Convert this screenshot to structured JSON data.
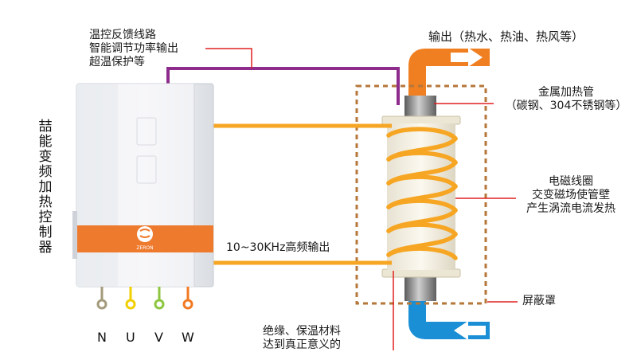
{
  "labels": {
    "feedback_lines": [
      "温控反馈线路",
      "智能调节功率输出",
      "超温保护等"
    ],
    "output": "输出（热水、热油、热风等）",
    "metal_tube": [
      "金属加热管",
      "（碳钢、304不锈钢等）"
    ],
    "coil": [
      "电磁线圈",
      "交变磁场使管壁",
      "产生涡流电流发热"
    ],
    "freq_output": "10~30KHz高频输出",
    "shield": "屏蔽罩",
    "insulation": [
      "绝缘、保温材料",
      "达到真正意义的"
    ],
    "controller_title": "喆能变频加热控制器",
    "brand": "ZERON"
  },
  "terminals": [
    {
      "label": "N",
      "color": "#a49a7c"
    },
    {
      "label": "U",
      "color": "#f2cf00"
    },
    {
      "label": "V",
      "color": "#8cc63f"
    },
    {
      "label": "W",
      "color": "#f07a22"
    }
  ],
  "colors": {
    "wire_orange": "#f6a623",
    "wire_purple": "#8e2c8e",
    "leader_red": "#e02020",
    "band_orange": "#ee7a2e",
    "flow_hot": "#f07f22",
    "flow_cold": "#1a8fd6",
    "shield_dash": "#b5773a"
  }
}
